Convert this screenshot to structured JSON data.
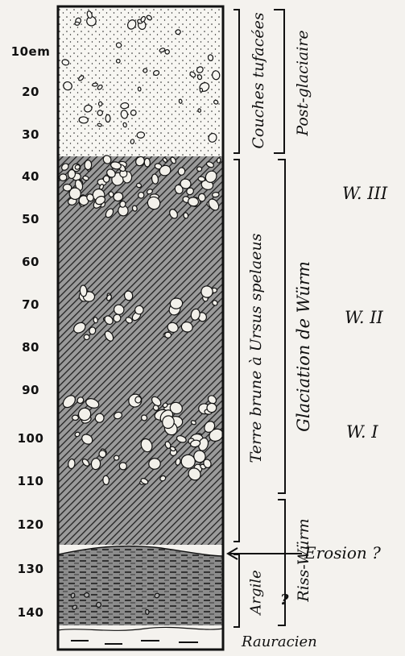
{
  "depth_ticks": [
    "10em",
    "20",
    "30",
    "40",
    "50",
    "60",
    "70",
    "80",
    "90",
    "100",
    "110",
    "120",
    "130",
    "140"
  ],
  "labels": {
    "couches_tufacees": "Couches tufacées",
    "terre_brune": "Terre brune à Ursus spelaeus",
    "argile": "Argile",
    "post_glaciaire": "Post-glaciaire",
    "glaciation": "Glaciation de Würm",
    "riss_wurm": "Riss-Würm",
    "rauracien": "Rauracien",
    "erosion": "Erosion ?",
    "question_mark": "?",
    "w3": "W. III",
    "w2": "W. II",
    "w1": "W. I"
  },
  "colors": {
    "ink": "#111111",
    "paper": "#f4f2ee",
    "dark_fill": "#8a8a8a"
  }
}
